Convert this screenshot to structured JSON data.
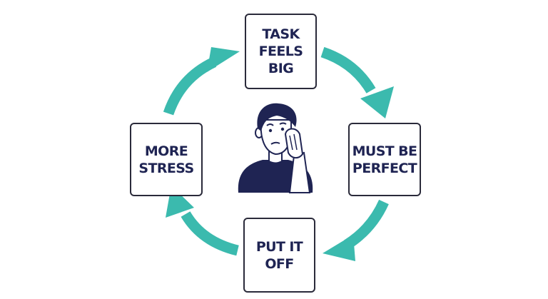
{
  "diagram": {
    "steps": [
      {
        "id": "top",
        "label": "TASK\nFEELS\nBIG"
      },
      {
        "id": "right",
        "label": "MUST BE\nPERFECT"
      },
      {
        "id": "bottom",
        "label": "PUT IT OFF"
      },
      {
        "id": "left",
        "label": "MORE\nSTRESS"
      }
    ],
    "colors": {
      "arrow": "#3bbaae",
      "text": "#1f2453",
      "figure": "#1f2453",
      "border": "#2a2a3a"
    },
    "center_icon": "stressed-person-icon"
  }
}
